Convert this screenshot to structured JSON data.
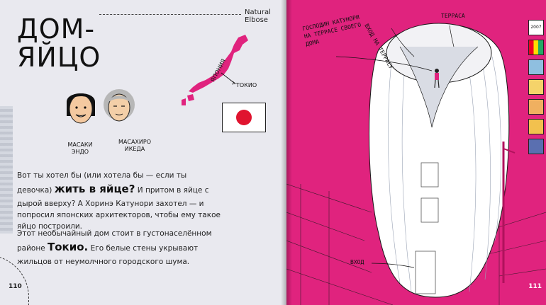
{
  "header": {
    "label": "Natural Elbose"
  },
  "title": {
    "line1": "ДОМ-",
    "line2": "ЯЙЦО"
  },
  "map": {
    "country": "ЯПОНИЯ",
    "city": "ТОКИО"
  },
  "faces": [
    {
      "name_line1": "МАСАКИ",
      "name_line2": "ЭНДО"
    },
    {
      "name_line1": "МАСАХИРО",
      "name_line2": "ИКЕДА"
    }
  ],
  "paragraph1": {
    "text_a": "Вот ты хотел бы (или хотела бы — если ты девочка) ",
    "bold_a": "жить в яйце?",
    "text_b": " И притом в яйце с дырой вверху? А Хоринэ Катунори захотел — и попросил японских архитекторов, чтобы ему такое яйцо построили."
  },
  "paragraph2": {
    "text_a": "Этот необычайный дом стоит в густонаселённом районе ",
    "bold_a": "Токио.",
    "text_b": " Его белые стены укрывают жильцов от неумолчного городского шума."
  },
  "right_labels": {
    "owner": "ГОСПОДИН КАТУНОРИ НА ТЕРРАСЕ СВОЕГО ДОМА",
    "terrace_entry": "ВХОД НА ТЕРРАСУ",
    "terrace": "ТЕРРАСА",
    "entrance": "ВХОД",
    "year": "2007"
  },
  "page_numbers": {
    "left": "110",
    "right": "111"
  },
  "colors": {
    "magenta": "#e0237e",
    "flag_red": "#e0142f",
    "page": "#e9e9ef"
  }
}
